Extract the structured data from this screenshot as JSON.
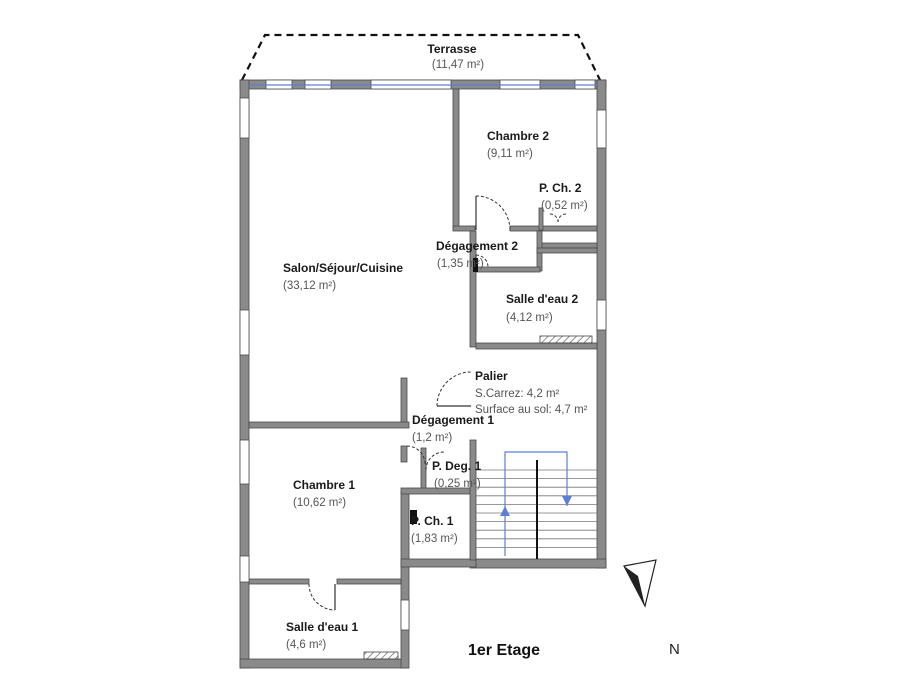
{
  "colors": {
    "wall": "#8a8a8a",
    "wall_edge": "#4a4a4a",
    "window": "#5b7fd6",
    "stair_arrow": "#5b7fd6"
  },
  "rooms": {
    "terrasse": {
      "name": "Terrasse",
      "area": "(11,47 m²)"
    },
    "salon": {
      "name": "Salon/Séjour/Cuisine",
      "area": "(33,12 m²)"
    },
    "chambre2": {
      "name": "Chambre 2",
      "area": "(9,11 m²)"
    },
    "pch2": {
      "name": "P. Ch. 2",
      "area": "(0,52 m²)"
    },
    "degagement2": {
      "name": "Dégagement 2",
      "area": "(1,35 m²)"
    },
    "salledeau2": {
      "name": "Salle d'eau 2",
      "area": "(4,12 m²)"
    },
    "palier": {
      "name": "Palier",
      "carrez": "S.Carrez: 4,2 m²",
      "sol": "Surface au sol: 4,7 m²"
    },
    "degagement1": {
      "name": "Dégagement 1",
      "area": "(1,2 m²)"
    },
    "pdeg1": {
      "name": "P. Deg. 1",
      "area": "(0,25 m²)"
    },
    "chambre1": {
      "name": "Chambre 1",
      "area": "(10,62 m²)"
    },
    "pch1": {
      "name": "P. Ch. 1",
      "area": "(1,83 m²)"
    },
    "salledeau1": {
      "name": "Salle d'eau 1",
      "area": "(4,6 m²)"
    }
  },
  "floor_label": "1er Etage",
  "north_label": "N",
  "icons": {
    "compass": "north-arrow-icon"
  }
}
